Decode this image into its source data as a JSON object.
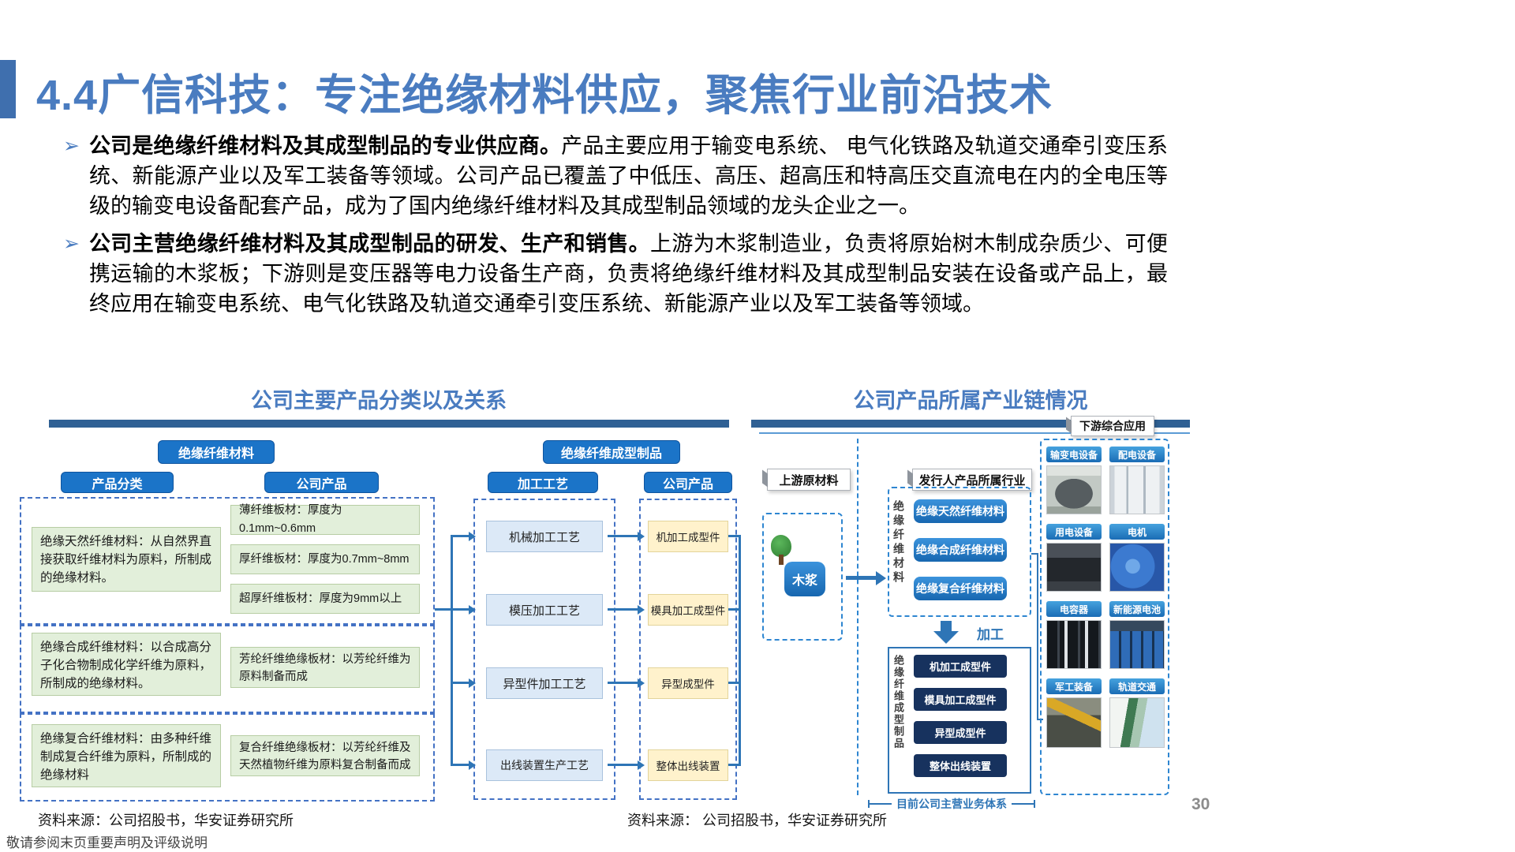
{
  "page": {
    "title": "4.4广信科技：专注绝缘材料供应，聚焦行业前沿技术",
    "bullet_marker": "➢",
    "page_number": "30",
    "footer": "敬请参阅末页重要声明及评级说明",
    "source_left": "资料来源：公司招股书，华安证券研究所",
    "source_right": "资料来源： 公司招股书，华安证券研究所"
  },
  "bullets": [
    {
      "lead": "公司是绝缘纤维材料及其成型制品的专业供应商。",
      "body": "产品主要应用于输变电系统、 电气化铁路及轨道交通牵引变压系统、新能源产业以及军工装备等领域。公司产品已覆盖了中低压、高压、超高压和特高压交直流电在内的全电压等级的输变电设备配套产品，成为了国内绝缘纤维材料及其成型制品领域的龙头企业之一。"
    },
    {
      "lead": "公司主营绝缘纤维材料及其成型制品的研发、生产和销售。",
      "body": "上游为木浆制造业，负责将原始树木制成杂质少、可便携运输的木浆板；下游则是变压器等电力设备生产商，负责将绝缘纤维材料及其成型制品安装在设备或产品上，最终应用在输变电系统、电气化铁路及轨道交通牵引变压系统、新能源产业以及军工装备等领域。"
    }
  ],
  "left_diagram": {
    "title": "公司主要产品分类以及关系",
    "part1": {
      "header": "绝缘纤维材料",
      "col1_header": "产品分类",
      "col2_header": "公司产品",
      "sections": [
        {
          "category": "绝缘天然纤维材料：从自然界直接获取纤维材料为原料，所制成的绝缘材料。",
          "products": [
            "薄纤维板材：厚度为0.1mm~0.6mm",
            "厚纤维板材：厚度为0.7mm~8mm",
            "超厚纤维板材：厚度为9mm以上"
          ]
        },
        {
          "category": "绝缘合成纤维材料：以合成高分子化合物制成化学纤维为原料，所制成的绝缘材料。",
          "products": [
            "芳纶纤维绝缘板材：以芳纶纤维为原料制备而成"
          ]
        },
        {
          "category": "绝缘复合纤维材料：由多种纤维制成复合纤维为原料，所制成的绝缘材料",
          "products": [
            "复合纤维绝缘板材：以芳纶纤维及天然植物纤维为原料复合制备而成"
          ]
        }
      ]
    },
    "part2": {
      "header": "绝缘纤维成型制品",
      "col1_header": "加工工艺",
      "col2_header": "公司产品",
      "rows": [
        {
          "process": "机械加工工艺",
          "product": "机加工成型件"
        },
        {
          "process": "模压加工工艺",
          "product": "模具加工成型件"
        },
        {
          "process": "异型件加工工艺",
          "product": "异型成型件"
        },
        {
          "process": "出线装置生产工艺",
          "product": "整体出线装置"
        }
      ]
    }
  },
  "right_diagram": {
    "title": "公司产品所属产业链情况",
    "upstream_label": "上游原材料",
    "issuer_label": "发行人产品所属行业",
    "downstream_label": "下游综合应用",
    "pulp": "木浆",
    "fiber_group_vertical": "绝缘纤维材料",
    "fiber_items": [
      "绝缘天然纤维材料",
      "绝缘合成纤维材料",
      "绝缘复合纤维材料"
    ],
    "process_arrow_label": "加工",
    "product_group_vertical": "绝缘纤维成型制品",
    "product_items": [
      "机加工成型件",
      "模具加工成型件",
      "异型成型件",
      "整体出线装置"
    ],
    "bottom_bracket_label": "目前公司主营业务体系",
    "downstream_rows": [
      {
        "labels": [
          "输变电设备",
          "配电设备"
        ],
        "photos": [
          "transformer-photo",
          "power-distribution-photo"
        ]
      },
      {
        "labels": [
          "用电设备",
          "电机"
        ],
        "photos": [
          "power-consumption-equipment-photo",
          "motor-photo"
        ]
      },
      {
        "labels": [
          "电容器",
          "新能源电池"
        ],
        "photos": [
          "capacitor-photo",
          "new-energy-battery-photo"
        ]
      },
      {
        "labels": [
          "军工装备",
          "轨道交通"
        ],
        "photos": [
          "military-equipment-photo",
          "rail-transit-photo"
        ]
      }
    ]
  },
  "colors": {
    "accent_blue": "#2f6094",
    "title_blue": "#4a7cc0",
    "header_box_blue": "#1b74c8",
    "green_box": "#e2efda",
    "yellow_box": "#fff2cc",
    "light_blue_box": "#dce9f7",
    "navy_box": "#17325e",
    "mid_blue_box": "#1f78cc",
    "connector_blue": "#2e75b6",
    "dashed_blue": "#4472c4",
    "downstream_label_blue": "#2b8fd8"
  }
}
